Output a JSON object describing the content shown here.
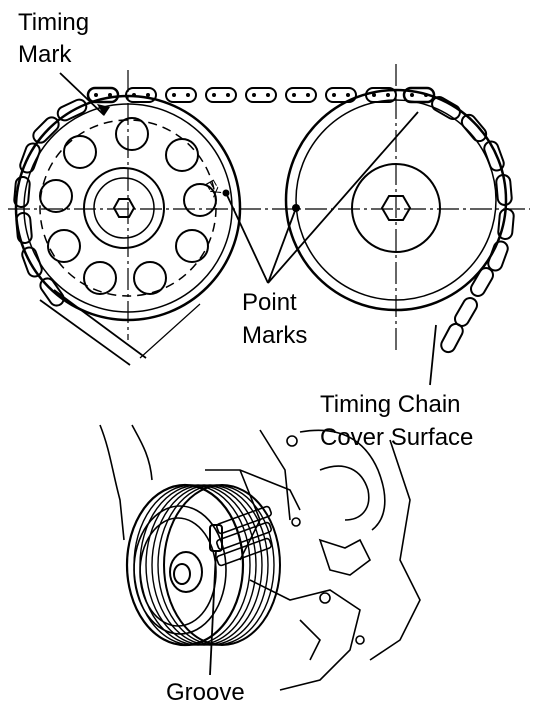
{
  "labels": {
    "timing_mark_line1": "Timing",
    "timing_mark_line2": "Mark",
    "point_marks_line1": "Point",
    "point_marks_line2": "Marks",
    "chain_cover_line1": "Timing Chain",
    "chain_cover_line2": "Cover Surface",
    "groove": "Groove",
    "ex_mark": "EX"
  },
  "colors": {
    "ink": "#000000",
    "background": "#ffffff"
  }
}
